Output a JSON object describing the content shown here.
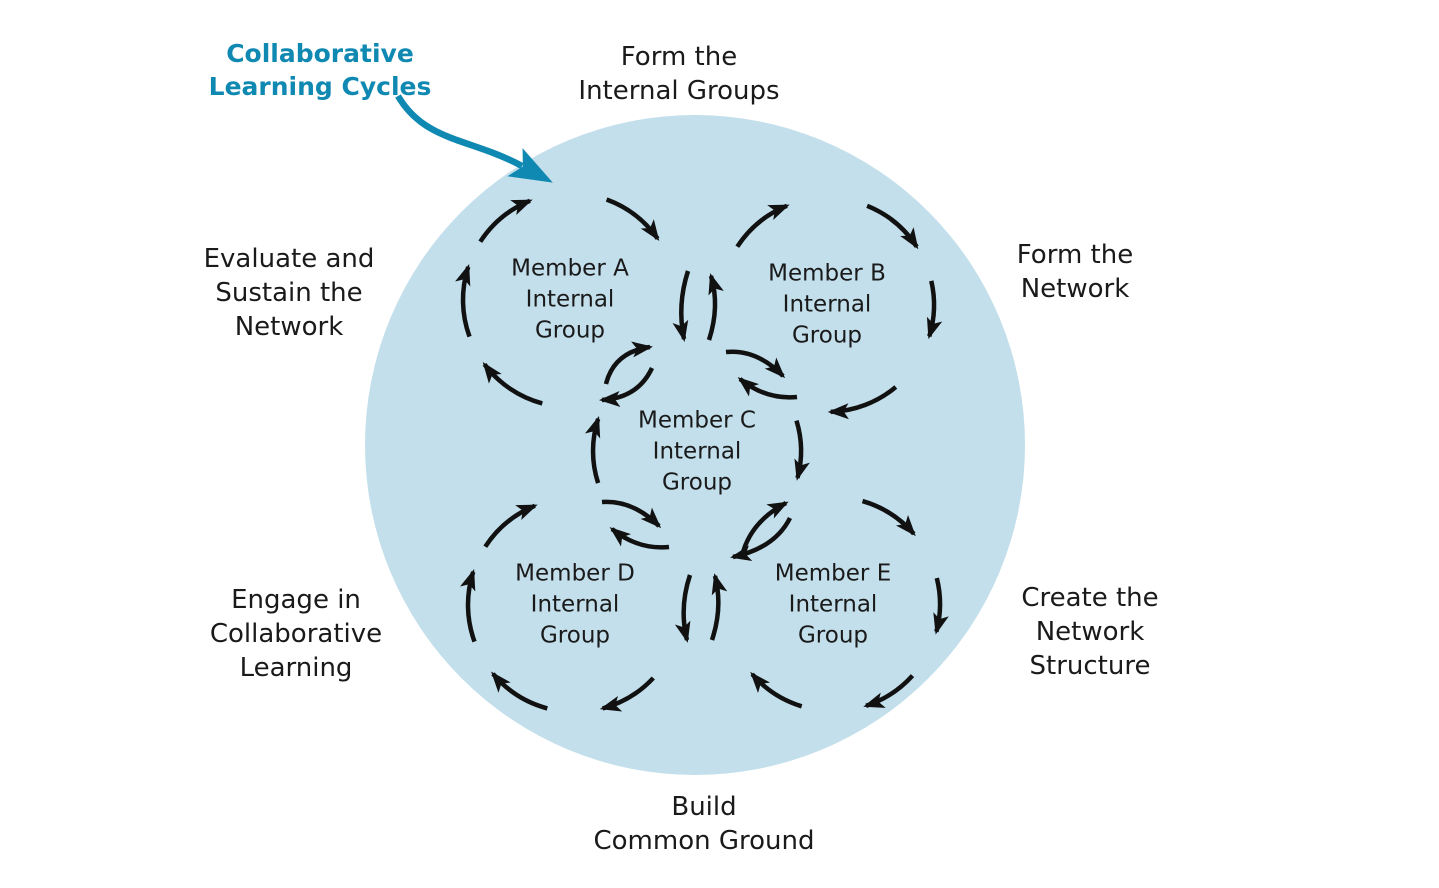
{
  "title": "Collaborative Learning Cycles diagram",
  "colors": {
    "accent_teal": "#1089b2",
    "circle_fill": "#c2dfeb",
    "arrow_black": "#111111",
    "text_black": "#1a1a1a"
  },
  "callout": {
    "label": "Collaborative\nLearning Cycles"
  },
  "stages": {
    "top": "Form the\nInternal Groups",
    "right_top": "Form the\nNetwork",
    "right_bottom": "Create the\nNetwork\nStructure",
    "bottom": "Build\nCommon Ground",
    "left_bottom": "Engage in\nCollaborative\nLearning",
    "left_top": "Evaluate and\nSustain the\nNetwork"
  },
  "members": {
    "a": "Member A\nInternal\nGroup",
    "b": "Member B\nInternal\nGroup",
    "c": "Member C\nInternal\nGroup",
    "d": "Member D\nInternal\nGroup",
    "e": "Member E\nInternal\nGroup"
  }
}
